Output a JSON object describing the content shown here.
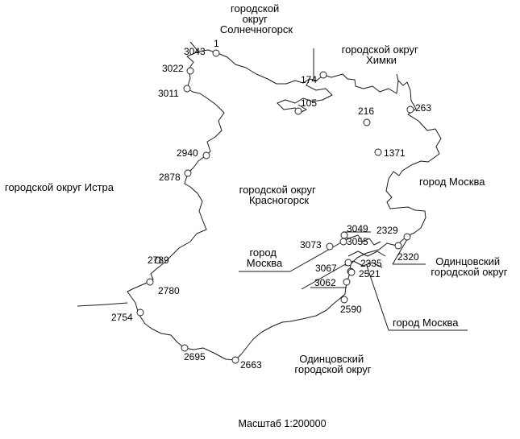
{
  "map": {
    "regions": {
      "solnechnogorsk": [
        "городской",
        "округ",
        "Солнечногорск"
      ],
      "khimki": [
        "городской округ",
        "Химки"
      ],
      "istra": [
        "городской округ Истра"
      ],
      "krasnogorsk": [
        "городской округ",
        "Красногорск"
      ],
      "moscow_east": [
        "город Москва"
      ],
      "moscow_inner": [
        "город",
        "Москва"
      ],
      "odintsovo_east": [
        "Одинцовский",
        "городской округ"
      ],
      "moscow_south": [
        "город Москва"
      ],
      "odintsovo_south": [
        "Одинцовский",
        "городской округ"
      ]
    },
    "points": [
      "3043",
      "1",
      "3022",
      "3011",
      "174",
      "105",
      "216",
      "263",
      "1371",
      "2940",
      "2878",
      "3049",
      "3055",
      "2329",
      "3073",
      "2320",
      "3067",
      "2335",
      "3062",
      "2521",
      "2789",
      "2780",
      "2754",
      "2590",
      "2695",
      "2663"
    ],
    "scale": "Масштаб 1:200000"
  }
}
